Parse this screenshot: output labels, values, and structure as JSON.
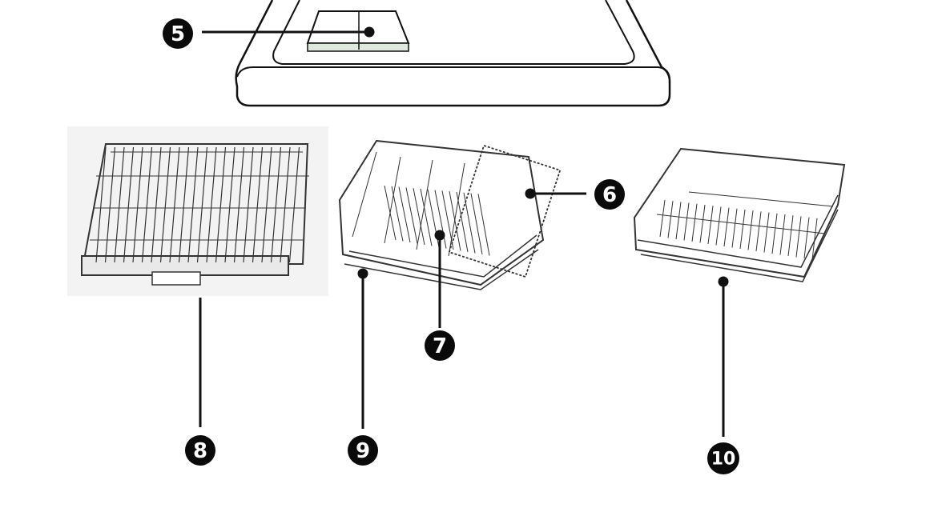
{
  "colors": {
    "ink": "#111111",
    "badge_fill": "#0a0a0a",
    "badge_text": "#ffffff",
    "panel_tint": "#dfe8dc"
  },
  "callouts": [
    {
      "id": "5",
      "label": "5"
    },
    {
      "id": "6",
      "label": "6"
    },
    {
      "id": "7",
      "label": "7"
    },
    {
      "id": "8",
      "label": "8"
    },
    {
      "id": "9",
      "label": "9"
    },
    {
      "id": "10",
      "label": "10"
    }
  ]
}
